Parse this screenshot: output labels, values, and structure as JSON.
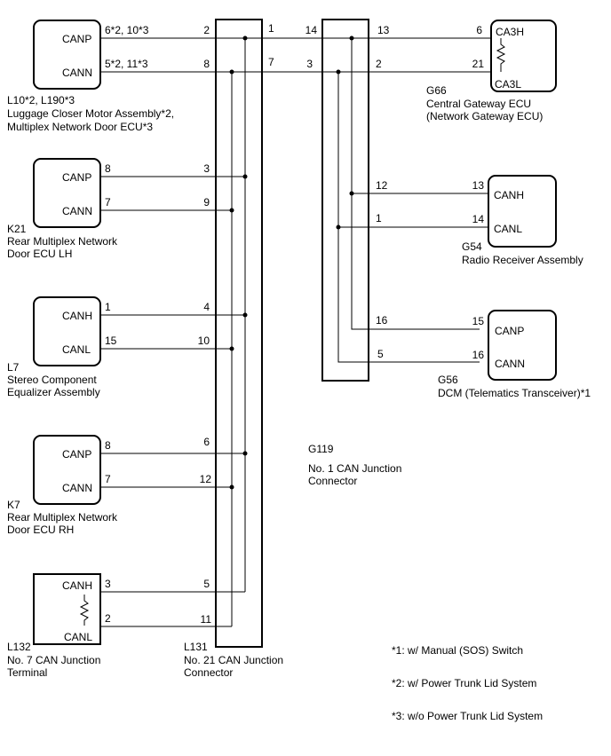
{
  "components": {
    "l10": {
      "id_line": "L10*2, L190*3",
      "name_lines": [
        "Luggage Closer Motor Assembly*2,",
        "Multiplex Network Door ECU*3"
      ],
      "pin_labels": [
        "CANP",
        "CANN"
      ],
      "pins": [
        "6*2, 10*3",
        "5*2, 11*3"
      ]
    },
    "k21": {
      "id_line": "K21",
      "name_lines": [
        "Rear Multiplex Network",
        "Door ECU LH"
      ],
      "pin_labels": [
        "CANP",
        "CANN"
      ],
      "pins": [
        "8",
        "7"
      ]
    },
    "l7": {
      "id_line": "L7",
      "name_lines": [
        "Stereo Component",
        "Equalizer Assembly"
      ],
      "pin_labels": [
        "CANH",
        "CANL"
      ],
      "pins": [
        "1",
        "15"
      ]
    },
    "k7": {
      "id_line": "K7",
      "name_lines": [
        "Rear Multiplex Network",
        "Door ECU RH"
      ],
      "pin_labels": [
        "CANP",
        "CANN"
      ],
      "pins": [
        "8",
        "7"
      ]
    },
    "l132": {
      "id_line": "L132",
      "name_lines": [
        "No. 7 CAN Junction",
        "Terminal"
      ],
      "pin_labels": [
        "CANH",
        "CANL"
      ],
      "pins": [
        "3",
        "2"
      ]
    },
    "l131": {
      "id_line": "L131",
      "name_lines": [
        "No. 21 CAN Junction",
        "Connector"
      ],
      "pins_left": [
        "2",
        "8",
        "3",
        "9",
        "4",
        "10",
        "6",
        "12",
        "5",
        "11"
      ],
      "pins_right": [
        "1",
        "7"
      ]
    },
    "g119": {
      "id_line": "G119",
      "name_lines": [
        "No. 1 CAN Junction",
        "Connector"
      ],
      "pins_left": [
        "14",
        "3"
      ],
      "pins_right": [
        "13",
        "2",
        "12",
        "1",
        "16",
        "5"
      ]
    },
    "g66": {
      "id_line": "G66",
      "name_lines": [
        "Central Gateway ECU",
        "(Network Gateway ECU)"
      ],
      "pin_labels": [
        "CA3H",
        "CA3L"
      ],
      "pins": [
        "6",
        "21"
      ]
    },
    "g54": {
      "id_line": "G54",
      "name_lines": [
        "Radio Receiver Assembly"
      ],
      "pin_labels": [
        "CANH",
        "CANL"
      ],
      "pins": [
        "13",
        "14"
      ]
    },
    "g56": {
      "id_line": "G56",
      "name_lines": [
        "DCM (Telematics Transceiver)*1"
      ],
      "pin_labels": [
        "CANP",
        "CANN"
      ],
      "pins": [
        "15",
        "16"
      ]
    }
  },
  "notes": [
    "*1: w/ Manual (SOS) Switch",
    "*2: w/ Power Trunk Lid System",
    "*3: w/o Power Trunk Lid System"
  ]
}
